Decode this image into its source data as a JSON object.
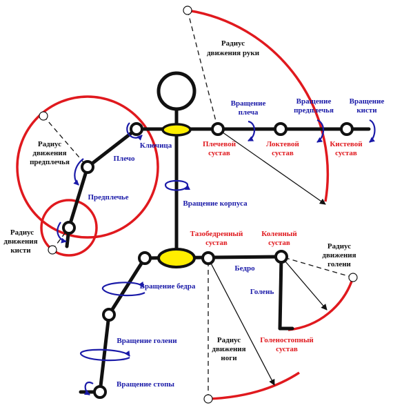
{
  "labels": {
    "radius_arm_1": "Радиус",
    "radius_arm_2": "движения руки",
    "rot_shoulder_1": "Вращение",
    "rot_shoulder_2": "плеча",
    "rot_forearm_1": "Вращение",
    "rot_forearm_2": "предплечья",
    "rot_hand_1": "Вращение",
    "rot_hand_2": "кисти",
    "shoulder_joint_1": "Плечевой",
    "shoulder_joint_2": "сустав",
    "elbow_joint_1": "Локтевой",
    "elbow_joint_2": "сустав",
    "wrist_joint_1": "Кистевой",
    "wrist_joint_2": "сустав",
    "clavicle": "Ключица",
    "shoulder": "Плечо",
    "forearm": "Предплечье",
    "radius_forearm_1": "Радиус",
    "radius_forearm_2": "движения",
    "radius_forearm_3": "предплечья",
    "radius_hand_1": "Радиус",
    "radius_hand_2": "движения",
    "radius_hand_3": "кисти",
    "rot_torso": "Вращение корпуса",
    "hip_joint_1": "Тазобедренный",
    "hip_joint_2": "сустав",
    "knee_joint_1": "Коленный",
    "knee_joint_2": "сустав",
    "radius_shin_1": "Радиус",
    "radius_shin_2": "движения",
    "radius_shin_3": "голени",
    "thigh": "Бедро",
    "shin": "Голень",
    "rot_thigh": "Вращение бедра",
    "radius_leg_1": "Радиус",
    "radius_leg_2": "движения",
    "radius_leg_3": "ноги",
    "ankle_joint_1": "Голеностопный",
    "ankle_joint_2": "сустав",
    "rot_shin": "Вращение голени",
    "rot_foot": "Вращение стопы"
  },
  "colors": {
    "bone": "#111111",
    "joint_fill": "#ffffff",
    "pelvis_fill": "#ffee00",
    "radius_arc": "#e0191e",
    "rotation_arrow": "#1a1aa8",
    "label_blue": "#1a1aa8",
    "label_red": "#e0191e",
    "label_black": "#111111"
  }
}
